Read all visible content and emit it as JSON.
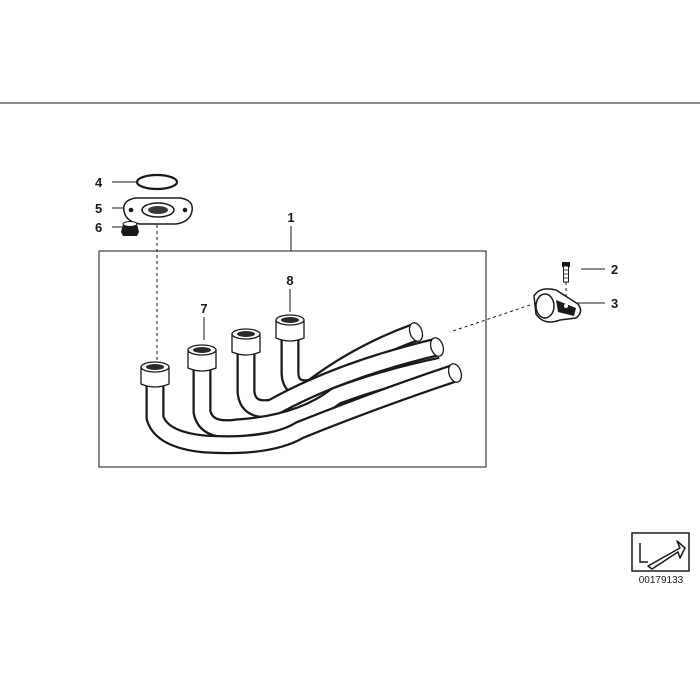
{
  "callouts": {
    "c1": "1",
    "c2": "2",
    "c3": "3",
    "c4": "4",
    "c5": "5",
    "c6": "6",
    "c7": "7",
    "c8": "8"
  },
  "reference_number": "00179133",
  "icons": {
    "corner_badge": "diagonal-arrow-icon"
  }
}
